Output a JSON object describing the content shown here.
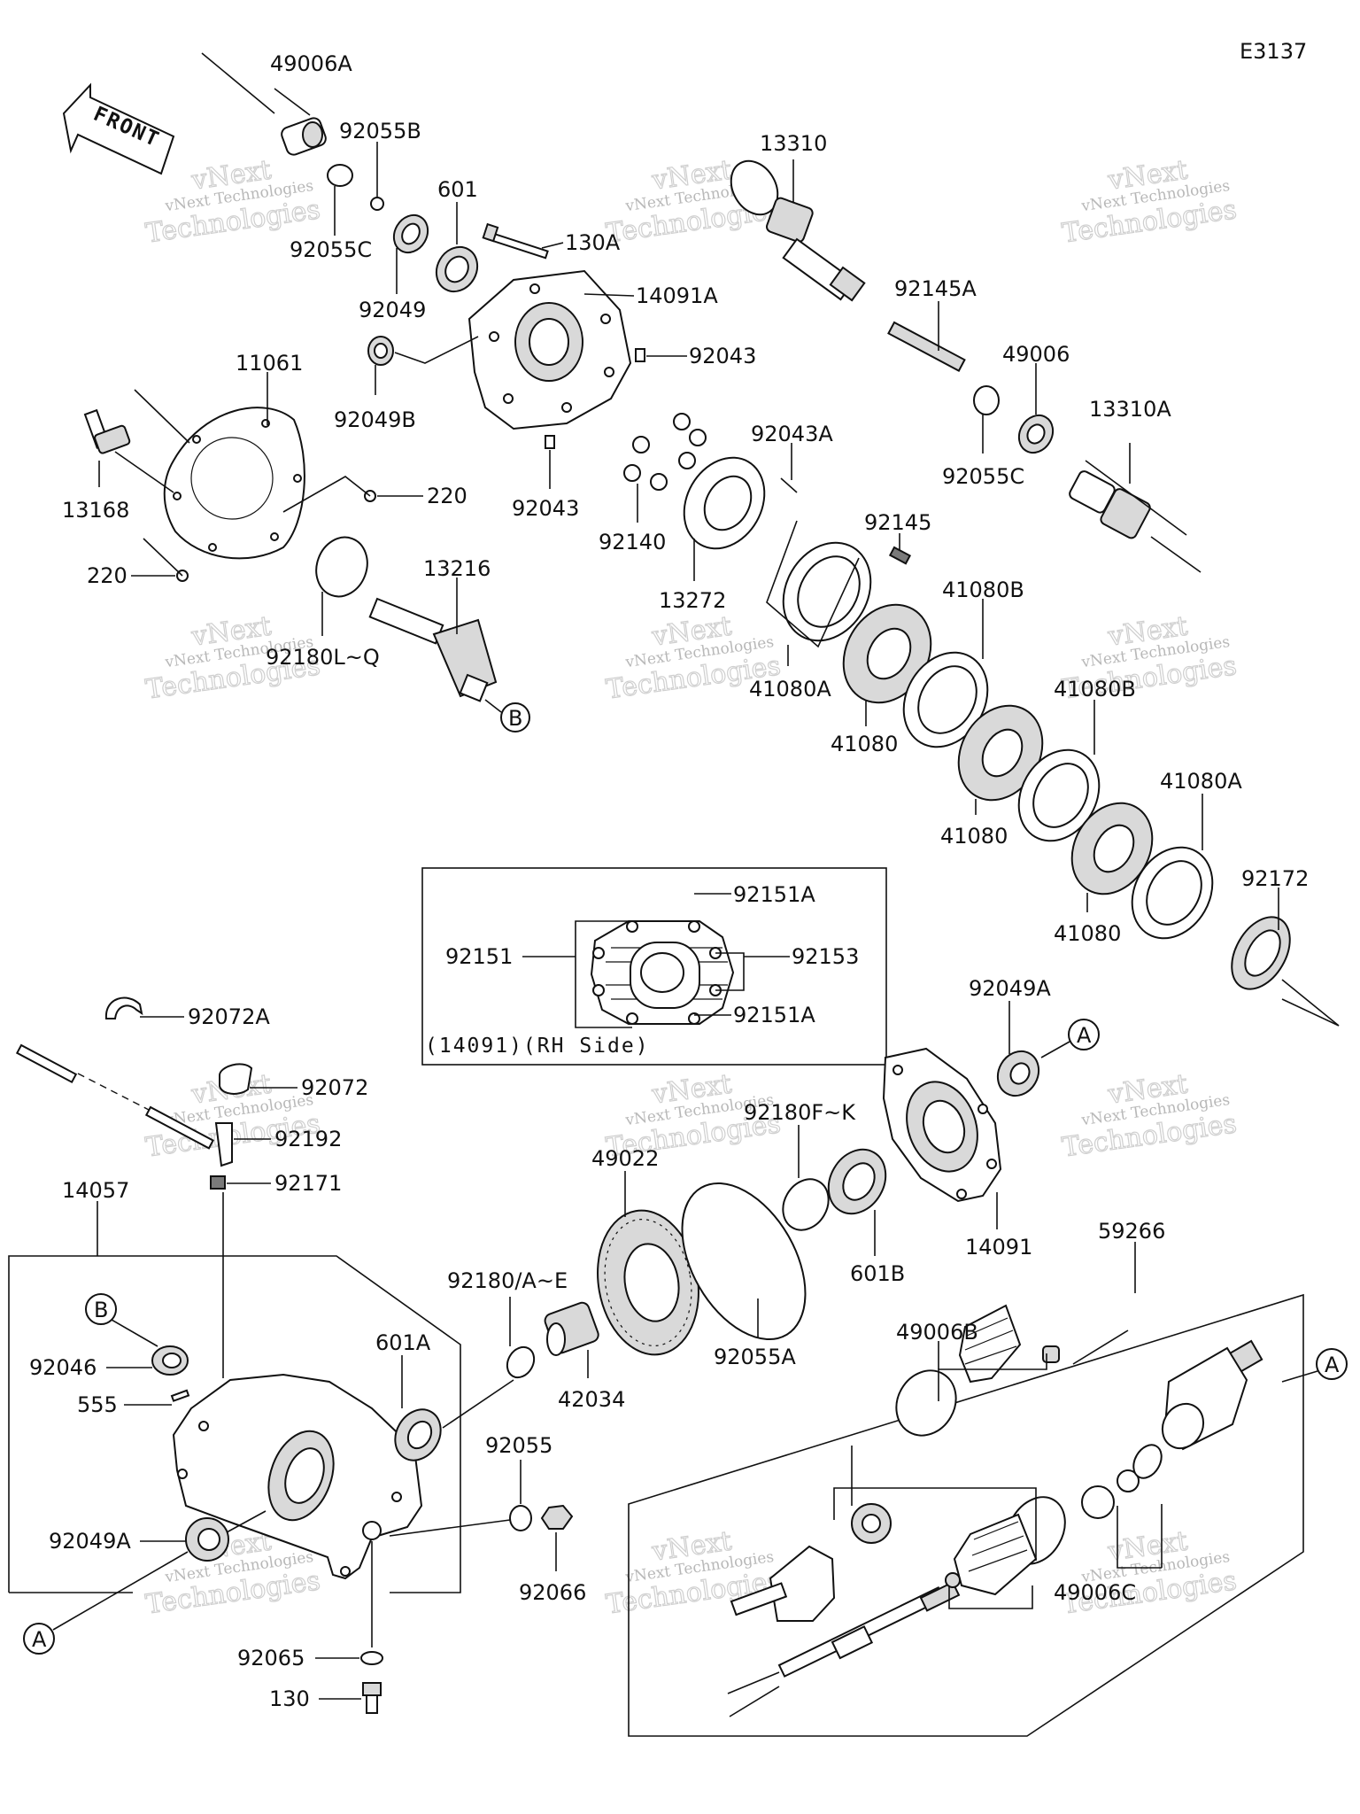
{
  "diagram_code": "E3137",
  "front_label": "FRONT",
  "inset_caption": "(14091)(RH Side)",
  "watermark": {
    "line1": "vNext Technologies",
    "line2": "vNext",
    "line3": "Technologies"
  },
  "callouts": {
    "c49006A": "49006A",
    "c92055B": "92055B",
    "c92055C_top": "92055C",
    "c601": "601",
    "c92049": "92049",
    "c130A": "130A",
    "c14091A": "14091A",
    "c92043_a": "92043",
    "c92049B": "92049B",
    "c92043_b": "92043",
    "c13310": "13310",
    "c92145A": "92145A",
    "c49006": "49006",
    "c13310A": "13310A",
    "c92055C_r": "92055C",
    "c11061": "11061",
    "c13168": "13168",
    "c220_a": "220",
    "c220_b": "220",
    "c13216": "13216",
    "c92180LQ": "92180L~Q",
    "cB_top": "B",
    "c92043A": "92043A",
    "c92140": "92140",
    "c13272": "13272",
    "c92145": "92145",
    "c41080B_1": "41080B",
    "c41080A_1": "41080A",
    "c41080_1": "41080",
    "c41080B_2": "41080B",
    "c41080_2": "41080",
    "c41080A_2": "41080A",
    "c41080_3": "41080",
    "c92172": "92172",
    "c92151A_1": "92151A",
    "c92151": "92151",
    "c92153": "92153",
    "c92151A_2": "92151A",
    "c92072A": "92072A",
    "c92072": "92072",
    "c92192": "92192",
    "c92171": "92171",
    "c14057": "14057",
    "c92049A_top": "92049A",
    "cA_top": "A",
    "c92180FK": "92180F~K",
    "c49022": "49022",
    "c601B": "601B",
    "c14091": "14091",
    "c59266": "59266",
    "c92180AE": "92180/A~E",
    "c601A": "601A",
    "c42034": "42034",
    "c92055A": "92055A",
    "c49006B": "49006B",
    "cA_right": "A",
    "cB_left": "B",
    "c92046": "92046",
    "c555": "555",
    "c92055": "92055",
    "c92049A_l": "92049A",
    "c92066": "92066",
    "cA_left": "A",
    "c92065": "92065",
    "c130": "130",
    "c49006C": "49006C"
  }
}
